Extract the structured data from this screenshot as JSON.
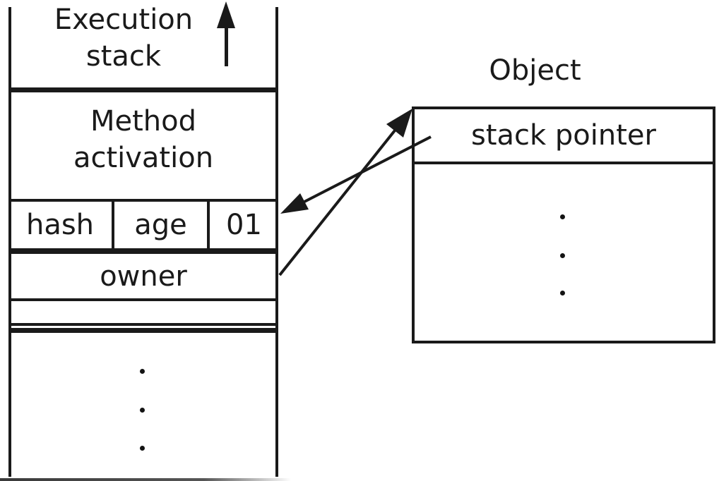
{
  "diagram": {
    "background_color": "#ffffff",
    "line_color": "#1a1a1a",
    "execution_stack": {
      "title": "Execution\nstack",
      "growth_arrow_icon": "up-arrow",
      "method_activation_label": "Method\nactivation",
      "header_row": {
        "hash": "hash",
        "age": "age",
        "tag_bits": "01"
      },
      "owner_label": "owner",
      "ellipsis_dot_count": 3
    },
    "object": {
      "title": "Object",
      "stack_pointer_label": "stack pointer",
      "ellipsis_dot_count": 3
    },
    "arrows": {
      "stack_pointer_to_lock_record": "arrow from Object stack pointer field to hash/age/01 row",
      "owner_to_object": "arrow from owner field to Object box"
    }
  }
}
